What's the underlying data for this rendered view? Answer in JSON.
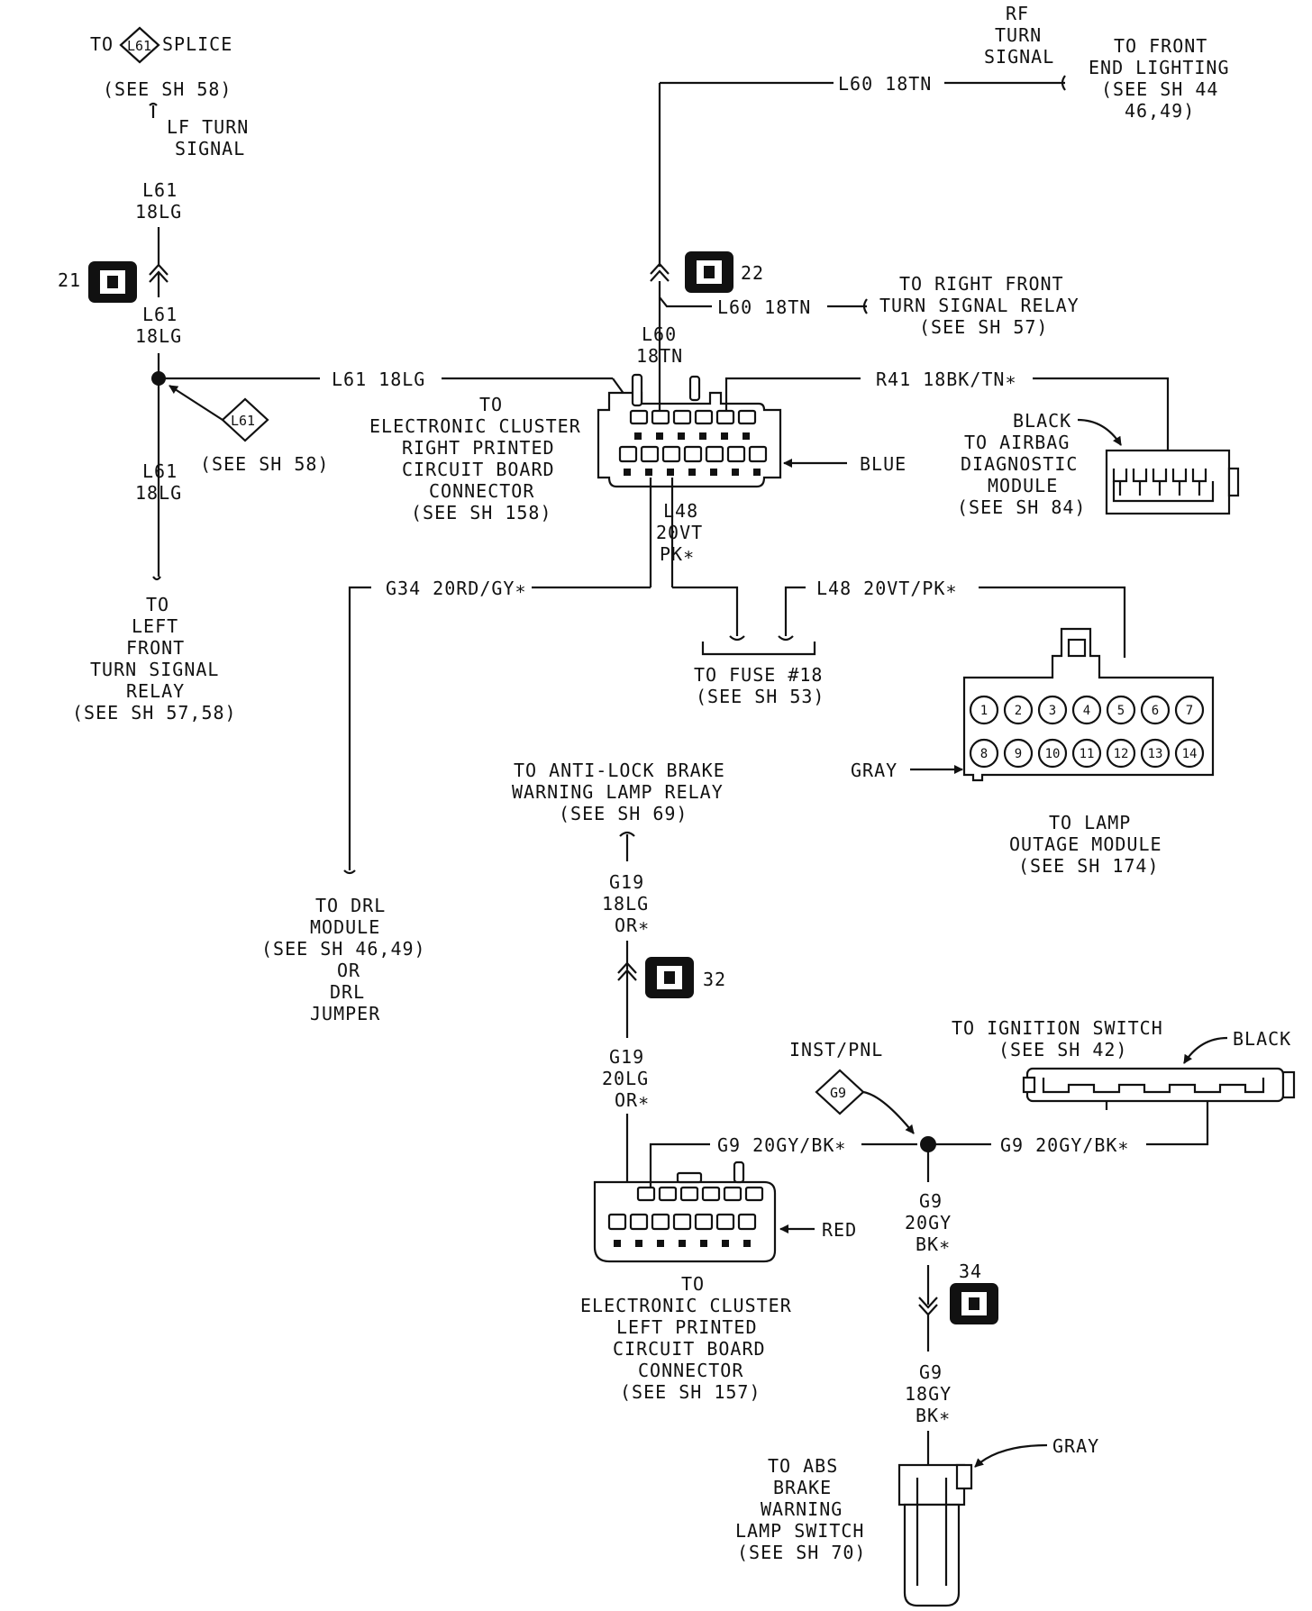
{
  "lf_section": {
    "splice_to": "TO",
    "splice_label": "L61",
    "splice_word": "SPLICE",
    "splice_ref": "(SEE SH 58)",
    "lf_turn_1": "LF TURN",
    "lf_turn_2": "SIGNAL",
    "wire_top_1": "L61",
    "wire_top_2": "18LG",
    "conn_21": "21",
    "wire_mid_1": "L61",
    "wire_mid_2": "18LG",
    "splice_node_label": "L61",
    "splice_node_ref": "(SEE SH 58)",
    "wire_low_1": "L61",
    "wire_low_2": "18LG",
    "relay_lines": [
      "TO",
      "LEFT",
      "FRONT",
      "TURN SIGNAL",
      "RELAY",
      "(SEE SH 57,58)"
    ]
  },
  "right_cluster": {
    "wire_l61": "L61 18LG",
    "label_lines": [
      "TO",
      "ELECTRONIC CLUSTER",
      "RIGHT PRINTED",
      "CIRCUIT BOARD",
      "CONNECTOR",
      "(SEE SH 158)"
    ],
    "color": "BLUE",
    "wire_l60_1": "L60",
    "wire_l60_2": "18TN",
    "wire_l48_1": "L48",
    "wire_l48_2": "20VT",
    "wire_l48_3": "PK∗"
  },
  "front_lighting": {
    "rf_lines": [
      "RF",
      "TURN",
      "SIGNAL"
    ],
    "wire": "L60 18TN",
    "to_lines": [
      "TO FRONT",
      "END LIGHTING",
      "(SEE SH 44",
      "46,49)"
    ]
  },
  "conn_22": {
    "number": "22",
    "wire": "L60 18TN",
    "relay_lines": [
      "TO RIGHT FRONT",
      "TURN SIGNAL RELAY",
      "(SEE SH 57)"
    ]
  },
  "airbag": {
    "wire": "R41 18BK/TN∗",
    "lines": [
      "BLACK",
      "TO AIRBAG",
      "DIAGNOSTIC",
      "MODULE",
      "(SEE SH 84)"
    ]
  },
  "g34": {
    "wire": "G34 20RD/GY∗",
    "drl_lines": [
      "TO DRL",
      "MODULE",
      "(SEE SH 46,49)",
      "OR",
      "DRL",
      "JUMPER"
    ]
  },
  "fuse": {
    "wire": "L48 20VT/PK∗",
    "lines": [
      "TO FUSE #18",
      "(SEE SH 53)"
    ]
  },
  "lamp_outage": {
    "color": "GRAY",
    "pins_top": [
      "1",
      "2",
      "3",
      "4",
      "5",
      "6",
      "7"
    ],
    "pins_bottom": [
      "8",
      "9",
      "10",
      "11",
      "12",
      "13",
      "14"
    ],
    "lines": [
      "TO LAMP",
      "OUTAGE MODULE",
      "(SEE SH 174)"
    ]
  },
  "abs_relay": {
    "lines": [
      "TO ANTI-LOCK BRAKE",
      "WARNING LAMP RELAY",
      "(SEE SH 69)"
    ],
    "wire_1": "G19",
    "wire_2": "18LG",
    "wire_3": "OR∗",
    "conn_32": "32",
    "wire_b1": "G19",
    "wire_b2": "20LG",
    "wire_b3": "OR∗"
  },
  "left_cluster": {
    "wire_g9": "G9 20GY/BK∗",
    "color": "RED",
    "lines": [
      "TO",
      "ELECTRONIC CLUSTER",
      "LEFT PRINTED",
      "CIRCUIT BOARD",
      "CONNECTOR",
      "(SEE SH 157)"
    ]
  },
  "ignition": {
    "inst": "INST/PNL",
    "g9_splice": "G9",
    "lines": [
      "TO IGNITION SWITCH",
      "(SEE SH 42)"
    ],
    "color": "BLACK",
    "wire": "G9 20GY/BK∗"
  },
  "abs_switch": {
    "wire_a1": "G9",
    "wire_a2": "20GY",
    "wire_a3": "BK∗",
    "conn_34": "34",
    "wire_b1": "G9",
    "wire_b2": "18GY",
    "wire_b3": "BK∗",
    "color": "GRAY",
    "lines": [
      "TO ABS",
      "BRAKE",
      "WARNING",
      "LAMP SWITCH",
      "(SEE SH 70)"
    ]
  }
}
